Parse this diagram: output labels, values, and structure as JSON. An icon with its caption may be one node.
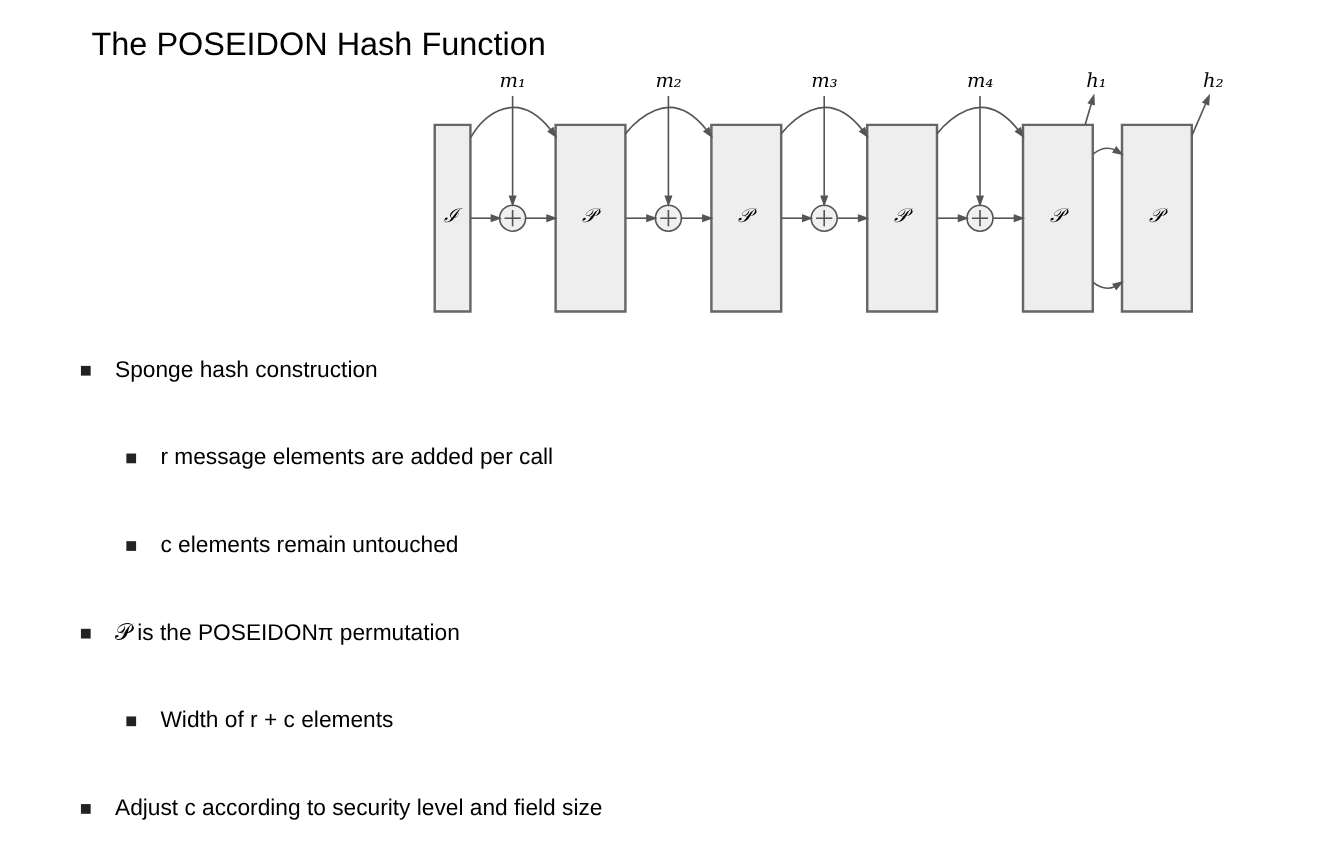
{
  "diagram": {
    "title": "The POSEIDON Hash Function",
    "nodes": [
      {
        "text": [
          "m₁"
        ]
      },
      {
        "text": [
          "m₂"
        ]
      },
      {
        "text": [
          "m₃"
        ]
      },
      {
        "text": [
          "m₄"
        ]
      },
      {
        "text": [
          "h₁"
        ]
      },
      {
        "text": [
          "h₂"
        ]
      },
      {
        "text": [
          "ℐ"
        ]
      },
      {
        "text": [],
        "shape": "circle"
      },
      {
        "text": [
          "𝒫"
        ]
      },
      {
        "text": [],
        "shape": "circle"
      },
      {
        "text": [
          "𝒫"
        ]
      },
      {
        "text": [],
        "shape": "circle"
      },
      {
        "text": [
          "𝒫"
        ]
      },
      {
        "text": [],
        "shape": "circle"
      },
      {
        "text": [
          "𝒫"
        ]
      },
      {
        "text": [
          "𝒫"
        ]
      }
    ],
    "edges": [
      {
        "from": 0,
        "to": 7,
        "arrow": "to"
      },
      {
        "from": 6,
        "to": 7,
        "arrow": "to"
      },
      {
        "from": 7,
        "to": 8,
        "arrow": "to"
      },
      {
        "from": 6,
        "to": 8,
        "arrow": "to"
      },
      {
        "from": 1,
        "to": 9,
        "arrow": "to"
      },
      {
        "from": 8,
        "to": 9,
        "arrow": "to"
      },
      {
        "from": 9,
        "to": 10,
        "arrow": "to"
      },
      {
        "from": 8,
        "to": 10,
        "arrow": "to"
      },
      {
        "from": 2,
        "to": 11,
        "arrow": "to"
      },
      {
        "from": 10,
        "to": 11,
        "arrow": "to"
      },
      {
        "from": 11,
        "to": 12,
        "arrow": "to"
      },
      {
        "from": 10,
        "to": 12,
        "arrow": "to"
      },
      {
        "from": 3,
        "to": 13,
        "arrow": "to"
      },
      {
        "from": 12,
        "to": 13,
        "arrow": "to"
      },
      {
        "from": 13,
        "to": 14,
        "arrow": "to"
      },
      {
        "from": 12,
        "to": 14,
        "arrow": "to"
      },
      {
        "from": 14,
        "to": 4,
        "arrow": "to"
      },
      {
        "from": 14,
        "to": 15,
        "arrow": "to"
      },
      {
        "from": 14,
        "to": 15,
        "arrow": "to"
      },
      {
        "from": 15,
        "to": 5,
        "arrow": "to"
      }
    ],
    "labels": [
      "Sponge hash construction",
      "r message elements are added per call",
      "c elements remain untouched",
      "𝒫 is the POSEIDONπ permutation",
      "Width of r + c elements",
      "Adjust c according to security level and field size"
    ]
  }
}
